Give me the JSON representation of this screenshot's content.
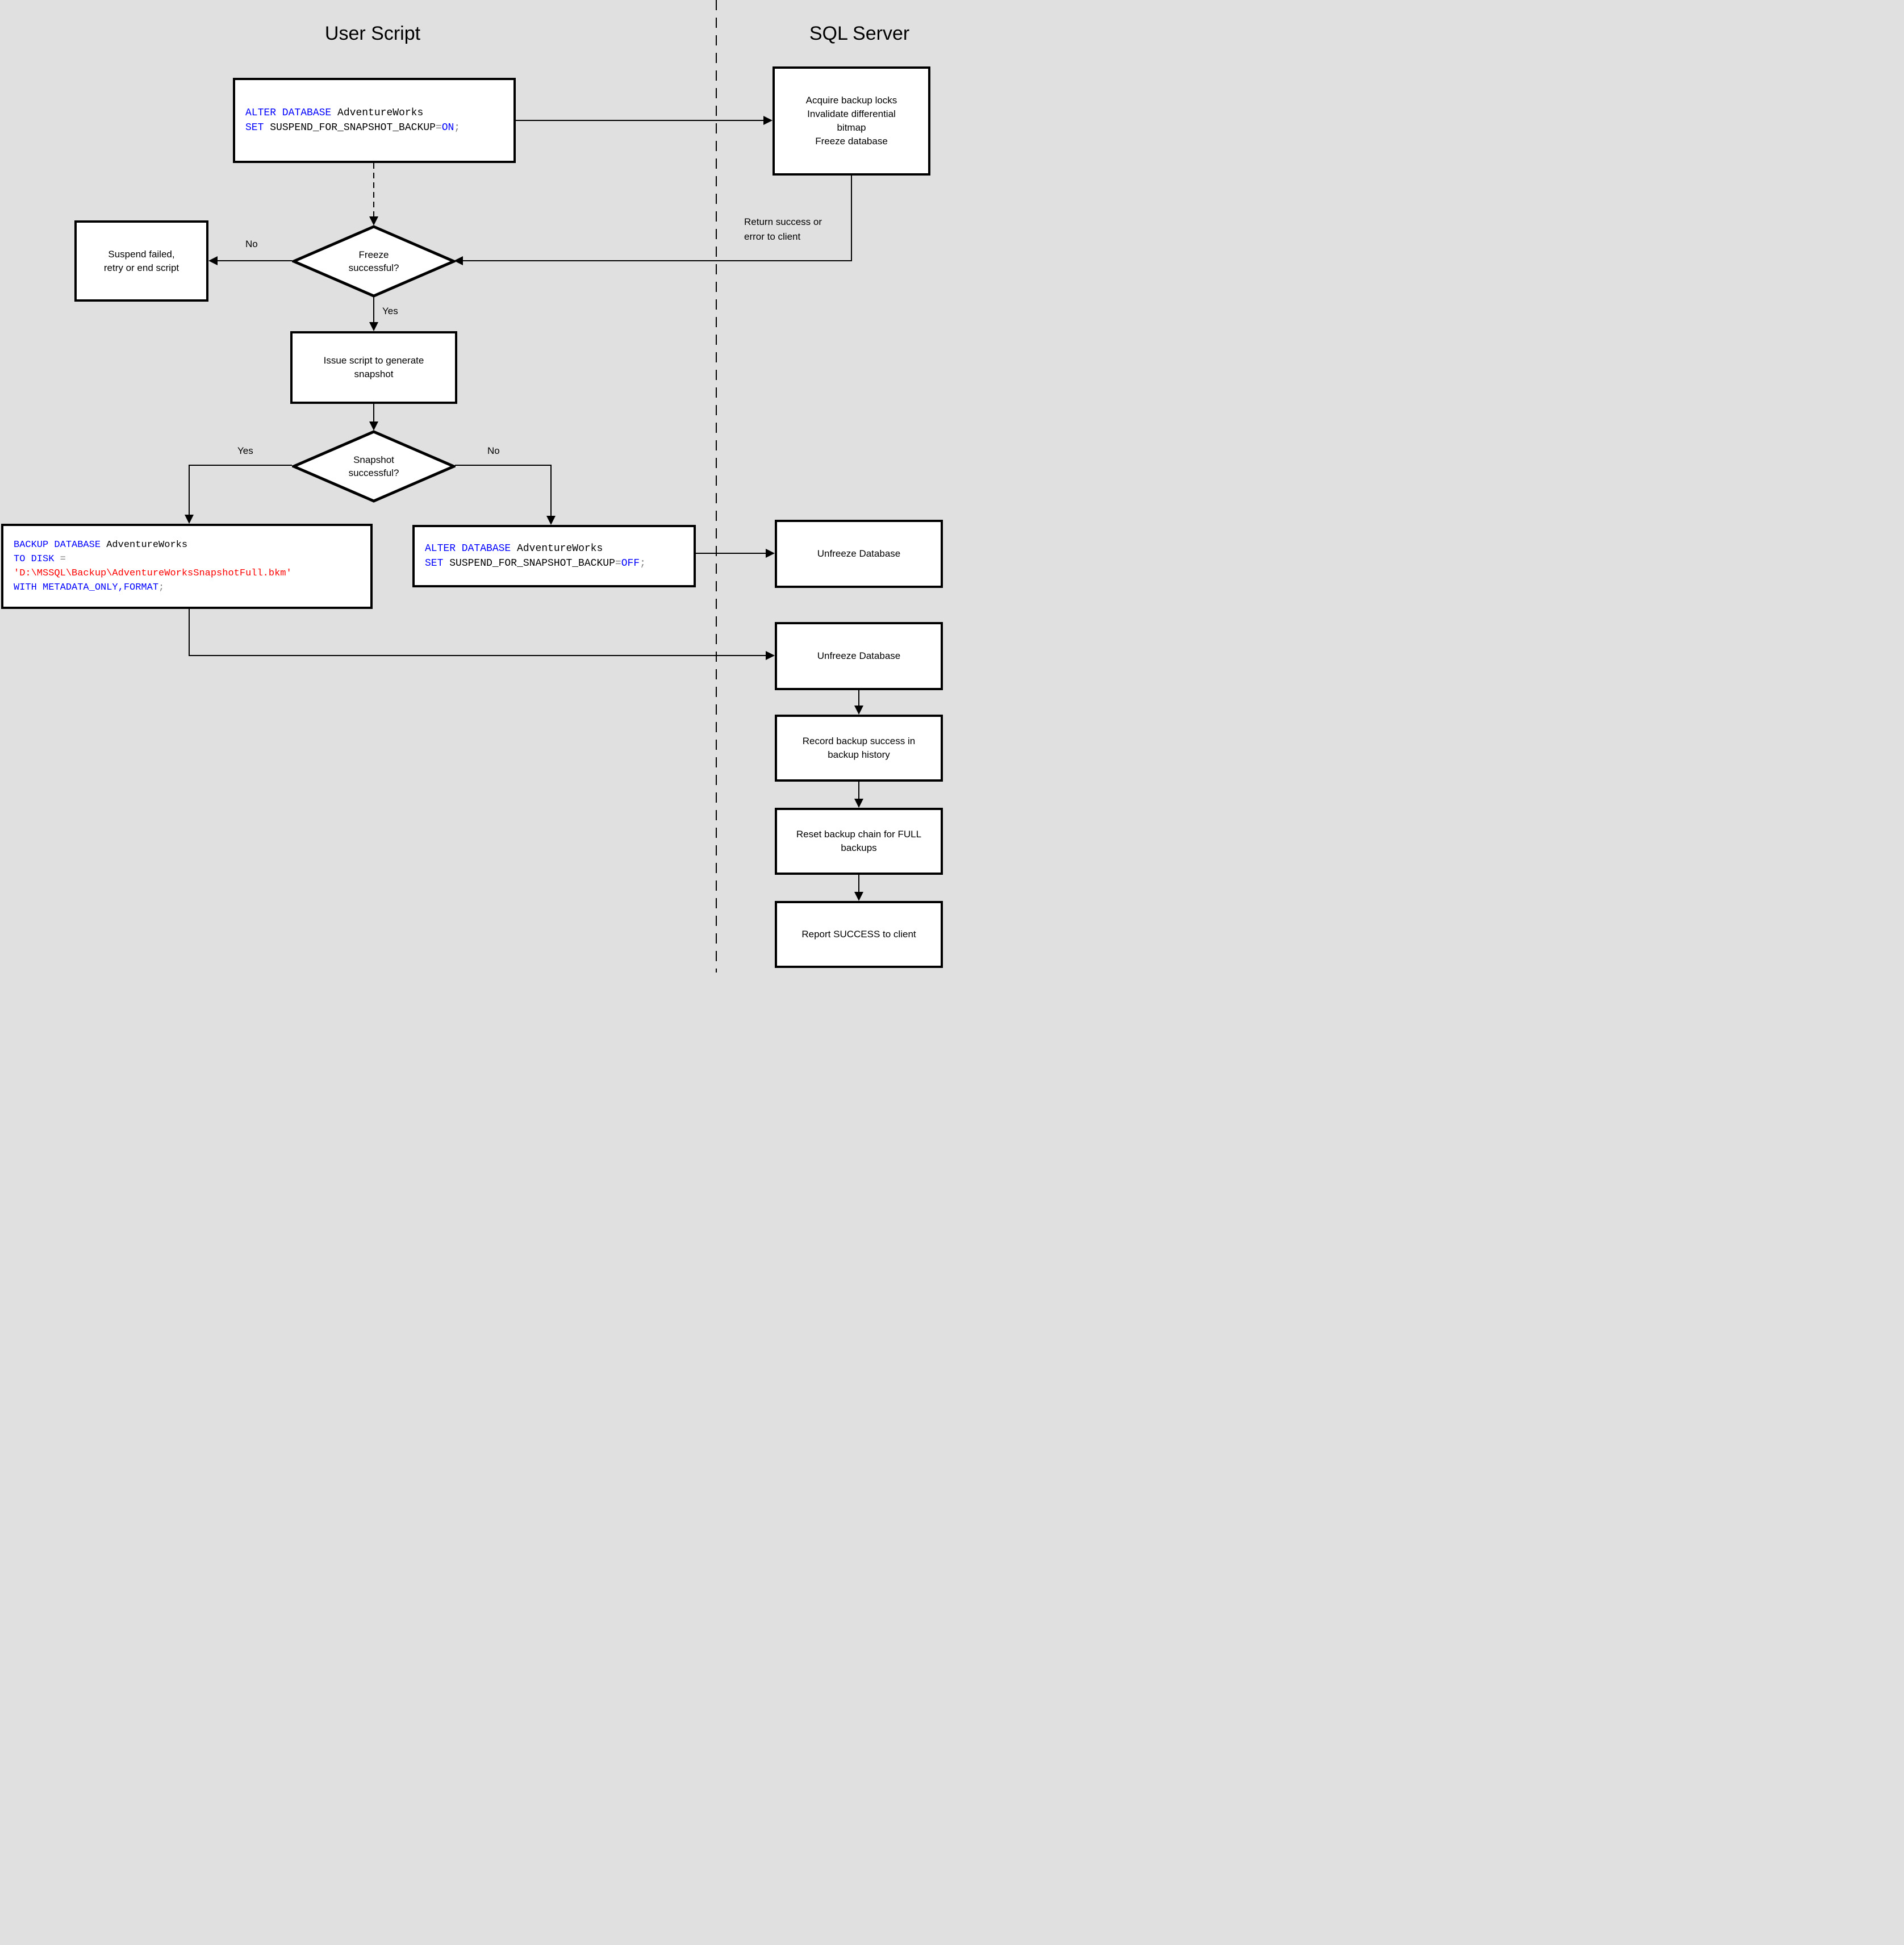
{
  "colors": {
    "background": "#e0e0e0",
    "node_fill": "#ffffff",
    "node_border": "#000000",
    "sql_keyword": "#0000ff",
    "sql_identifier": "#000000",
    "sql_operator": "#808080",
    "sql_string": "#ff0000"
  },
  "lanes": {
    "left_title": "User Script",
    "right_title": "SQL Server"
  },
  "nodes": {
    "acquire": {
      "text": "Acquire backup locks\nInvalidate differential\nbitmap\nFreeze database"
    },
    "suspend_failed": {
      "text": "Suspend failed,\nretry or end script"
    },
    "freeze_decision": {
      "text": "Freeze\nsuccessful?"
    },
    "issue_script": {
      "text": "Issue script to generate\nsnapshot"
    },
    "snapshot_decision": {
      "text": "Snapshot\nsuccessful?"
    },
    "unfreeze_1": {
      "text": "Unfreeze Database"
    },
    "unfreeze_2": {
      "text": "Unfreeze Database"
    },
    "record_history": {
      "text": "Record backup success in\nbackup history"
    },
    "reset_chain": {
      "text": "Reset backup chain for FULL\nbackups"
    },
    "report_success": {
      "text": "Report SUCCESS to client"
    }
  },
  "edge_labels": {
    "freeze_no": "No",
    "freeze_yes": "Yes",
    "snapshot_yes": "Yes",
    "snapshot_no": "No",
    "return_status": "Return success or\nerror to client"
  },
  "code_blocks": {
    "alter_on": [
      [
        {
          "t": "ALTER DATABASE",
          "k": "kw"
        },
        {
          "t": " ",
          "k": "id"
        },
        {
          "t": "AdventureWorks",
          "k": "id"
        }
      ],
      [
        {
          "t": "SET",
          "k": "kw"
        },
        {
          "t": " ",
          "k": "id"
        },
        {
          "t": "SUSPEND_FOR_SNAPSHOT_BACKUP",
          "k": "id"
        },
        {
          "t": "=",
          "k": "op"
        },
        {
          "t": "ON",
          "k": "kw"
        },
        {
          "t": ";",
          "k": "op"
        }
      ]
    ],
    "backup_metadata": [
      [
        {
          "t": "BACKUP DATABASE",
          "k": "kw"
        },
        {
          "t": " ",
          "k": "id"
        },
        {
          "t": "AdventureWorks",
          "k": "id"
        }
      ],
      [
        {
          "t": "TO DISK",
          "k": "kw"
        },
        {
          "t": " ",
          "k": "id"
        },
        {
          "t": "=",
          "k": "op"
        }
      ],
      [
        {
          "t": "'D:\\MSSQL\\Backup\\AdventureWorksSnapshotFull.bkm'",
          "k": "str"
        }
      ],
      [
        {
          "t": "WITH METADATA_ONLY,FORMAT",
          "k": "kw"
        },
        {
          "t": ";",
          "k": "op"
        }
      ]
    ],
    "alter_off": [
      [
        {
          "t": "ALTER DATABASE",
          "k": "kw"
        },
        {
          "t": " ",
          "k": "id"
        },
        {
          "t": "AdventureWorks",
          "k": "id"
        }
      ],
      [
        {
          "t": "SET",
          "k": "kw"
        },
        {
          "t": " ",
          "k": "id"
        },
        {
          "t": "SUSPEND_FOR_SNAPSHOT_BACKUP",
          "k": "id"
        },
        {
          "t": "=",
          "k": "op"
        },
        {
          "t": "OFF",
          "k": "kw"
        },
        {
          "t": ";",
          "k": "op"
        }
      ]
    ]
  }
}
